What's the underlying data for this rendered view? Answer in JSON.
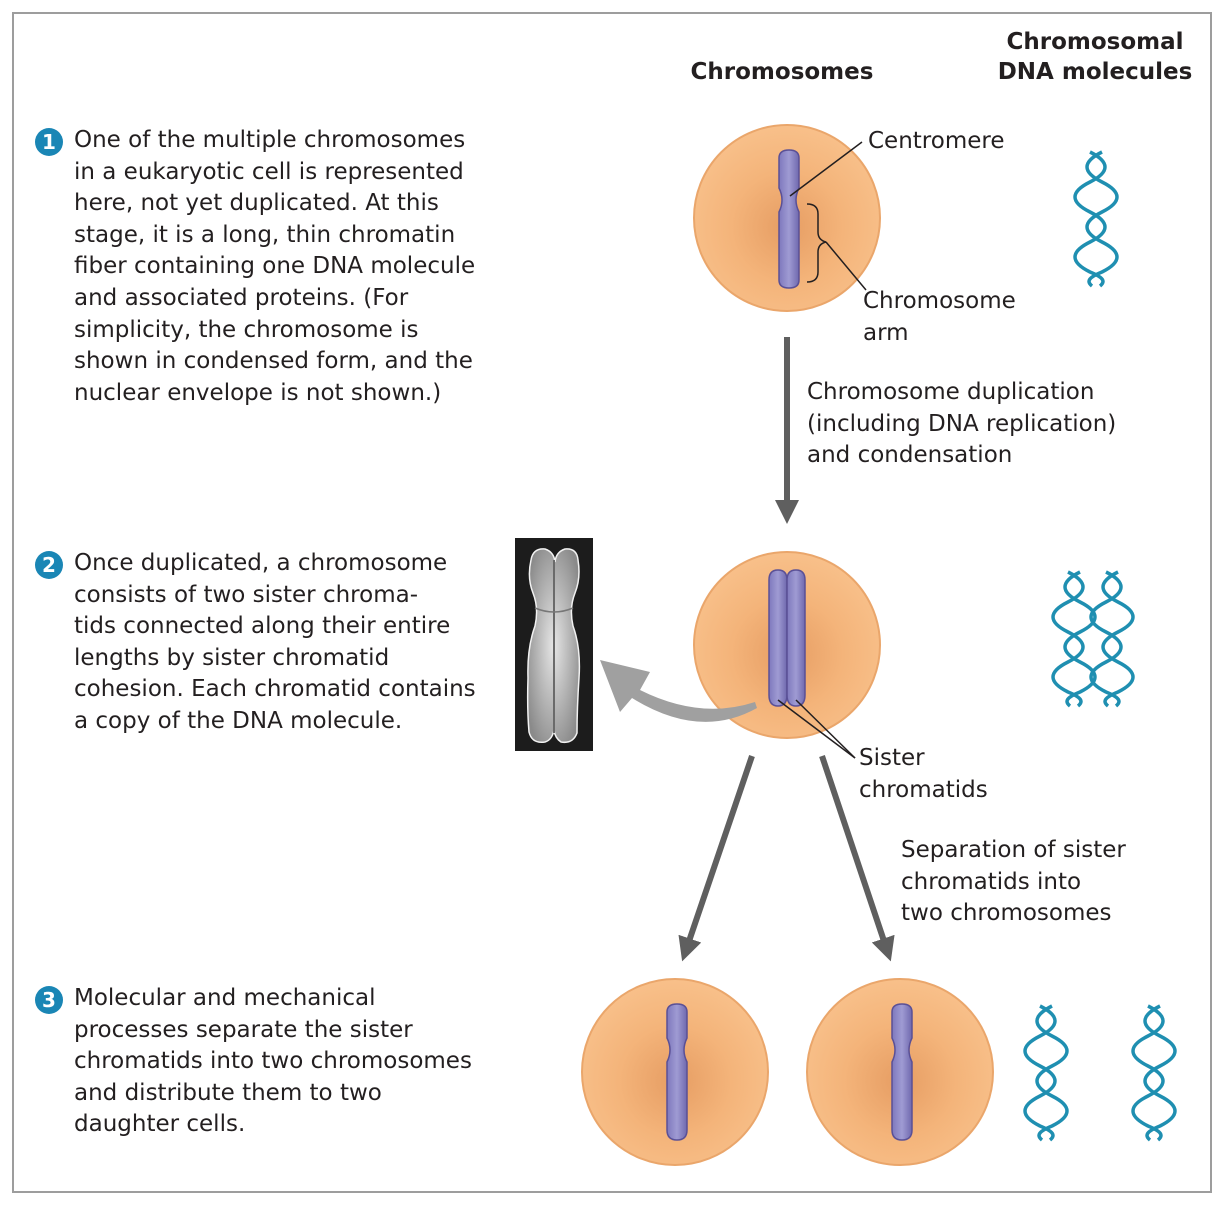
{
  "headers": {
    "chromosomes": "Chromosomes",
    "dna_molecules": "Chromosomal\nDNA molecules"
  },
  "steps": [
    {
      "number": "1",
      "text": "One of the multiple chromosomes\nin a eukaryotic cell is represented\nhere, not yet duplicated. At this\nstage, it is a long, thin chromatin\nfiber containing one DNA molecule\nand associated proteins. (For\nsimplicity, the chromosome is\nshown in condensed form, and the\nnuclear envelope is not shown.)"
    },
    {
      "number": "2",
      "text": "Once duplicated, a chromosome\nconsists of two sister chroma-\ntids connected along their entire\nlengths by sister chromatid\ncohesion. Each chromatid contains\na copy of the DNA molecule."
    },
    {
      "number": "3",
      "text": "Molecular and mechanical\nprocesses separate the sister\nchromatids into two chromosomes\nand distribute them to two\ndaughter cells."
    }
  ],
  "labels": {
    "centromere": "Centromere",
    "chromosome_arm": "Chromosome\narm",
    "duplication": "Chromosome duplication\n(including DNA replication)\nand condensation",
    "sister_chromatids": "Sister\nchromatids",
    "separation": "Separation of sister\nchromatids into\ntwo chromosomes"
  },
  "colors": {
    "cell_fill": "#f5b77c",
    "cell_edge": "#e8a46a",
    "chromosome": "#8a86c4",
    "chromosome_edge": "#5a5096",
    "dna": "#1f8fb1",
    "arrow": "#5f5f5f",
    "step_badge": "#1a86b5"
  }
}
